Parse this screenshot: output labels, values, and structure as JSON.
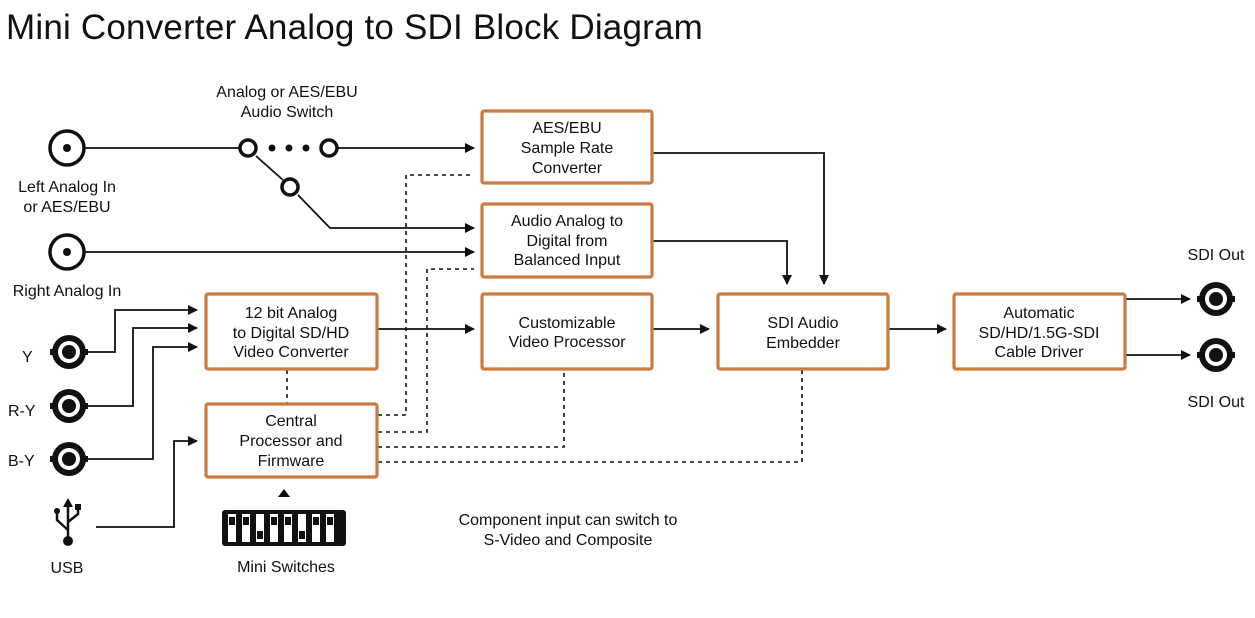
{
  "title": "Mini Converter Analog to SDI Block Diagram",
  "blocks": {
    "aes_src": [
      "AES/EBU",
      "Sample Rate",
      "Converter"
    ],
    "audio_adc": [
      "Audio Analog to",
      "Digital from",
      "Balanced Input"
    ],
    "video_adc": [
      "12 bit Analog",
      "to Digital SD/HD",
      "Video Converter"
    ],
    "video_proc": [
      "Customizable",
      "Video Processor"
    ],
    "embedder": [
      "SDI Audio",
      "Embedder"
    ],
    "cable_driver": [
      "Automatic",
      "SD/HD/1.5G-SDI",
      "Cable Driver"
    ],
    "cpu": [
      "Central",
      "Processor and",
      "Firmware"
    ]
  },
  "labels": {
    "audio_switch": [
      "Analog or AES/EBU",
      "Audio Switch"
    ],
    "left_in": [
      "Left Analog In",
      "or AES/EBU"
    ],
    "right_in": "Right Analog In",
    "y": "Y",
    "ry": "R-Y",
    "by": "B-Y",
    "usb": "USB",
    "mini_switches": "Mini Switches",
    "sdi_out_top": "SDI Out",
    "sdi_out_bottom": "SDI Out",
    "note": [
      "Component input can switch to",
      "S-Video and Composite"
    ]
  },
  "colors": {
    "block_border": "#cd7a3e",
    "line": "#111111"
  },
  "icons": [
    "audio-jack-icon",
    "bnc-connector-icon",
    "usb-icon",
    "dip-switch-icon",
    "switch-contact-icon"
  ]
}
